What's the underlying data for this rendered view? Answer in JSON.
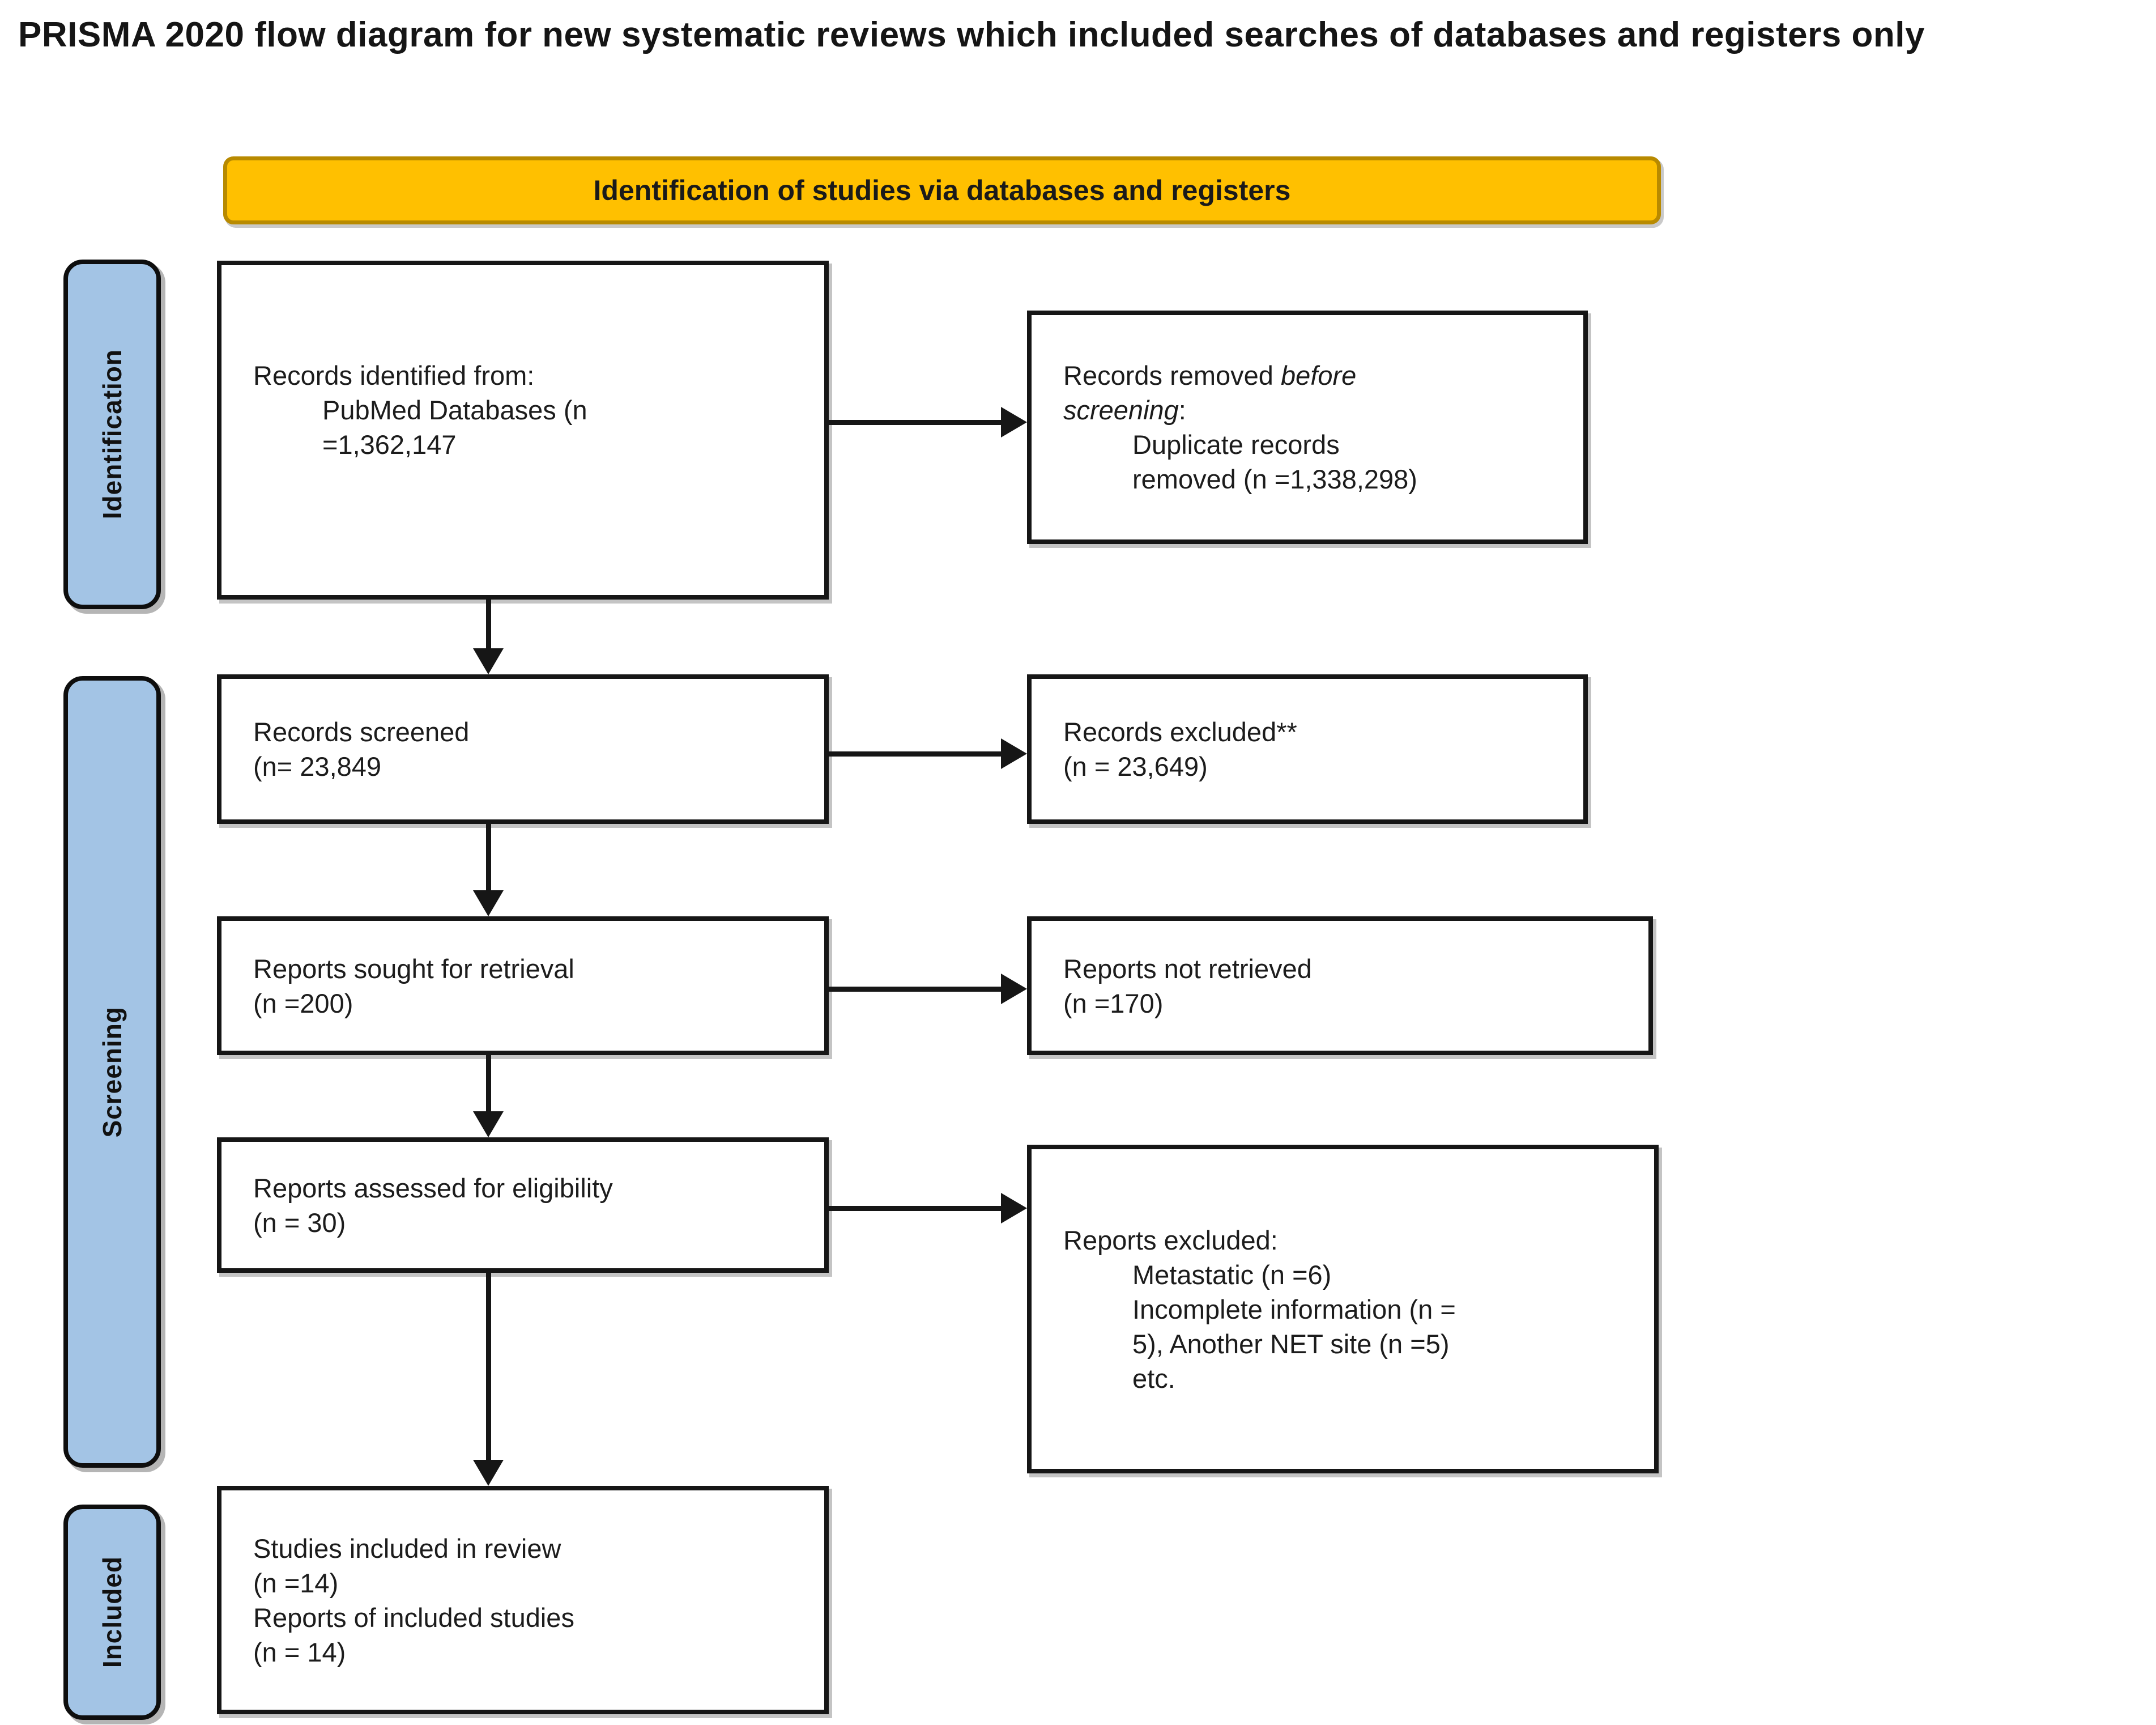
{
  "title": "PRISMA 2020 flow diagram for new systematic reviews which included searches of databases and registers only",
  "banner": {
    "label": "Identification of studies via databases and registers"
  },
  "stages": {
    "identification": "Identification",
    "screening": "Screening",
    "included": "Included"
  },
  "boxes": {
    "records_identified": {
      "l1": "Records identified from:",
      "l2": "PubMed Databases (n",
      "l3": "=1,362,147"
    },
    "records_removed": {
      "l1_normal": "Records removed ",
      "l1_italic": "before",
      "l2_italic": "screening",
      "l2_normal": ":",
      "l3": "Duplicate records",
      "l4": "removed (n =1,338,298)"
    },
    "records_screened": {
      "l1": "Records screened",
      "l2": "(n= 23,849"
    },
    "records_excluded": {
      "l1": "Records excluded**",
      "l2": "(n = 23,649)"
    },
    "reports_sought": {
      "l1": "Reports sought for retrieval",
      "l2": "(n =200)"
    },
    "reports_not_retrieved": {
      "l1": "Reports not retrieved",
      "l2": "(n =170)"
    },
    "reports_assessed": {
      "l1": "Reports assessed for eligibility",
      "l2": "(n = 30)"
    },
    "reports_excluded": {
      "l1": "Reports excluded:",
      "l2": "Metastatic (n =6)",
      "l3": "Incomplete information (n =",
      "l4": "5), Another NET site (n =5)",
      "l5": "etc."
    },
    "studies_included": {
      "l1": "Studies included in review",
      "l2": "(n =14)",
      "l3": "Reports of included studies",
      "l4": "(n = 14)"
    }
  },
  "colors": {
    "banner_fill": "#FFC000",
    "banner_border": "#B88A00",
    "stage_fill": "#A3C4E5",
    "box_border": "#161616",
    "text": "#1C1C1C",
    "background": "#FFFFFF"
  }
}
